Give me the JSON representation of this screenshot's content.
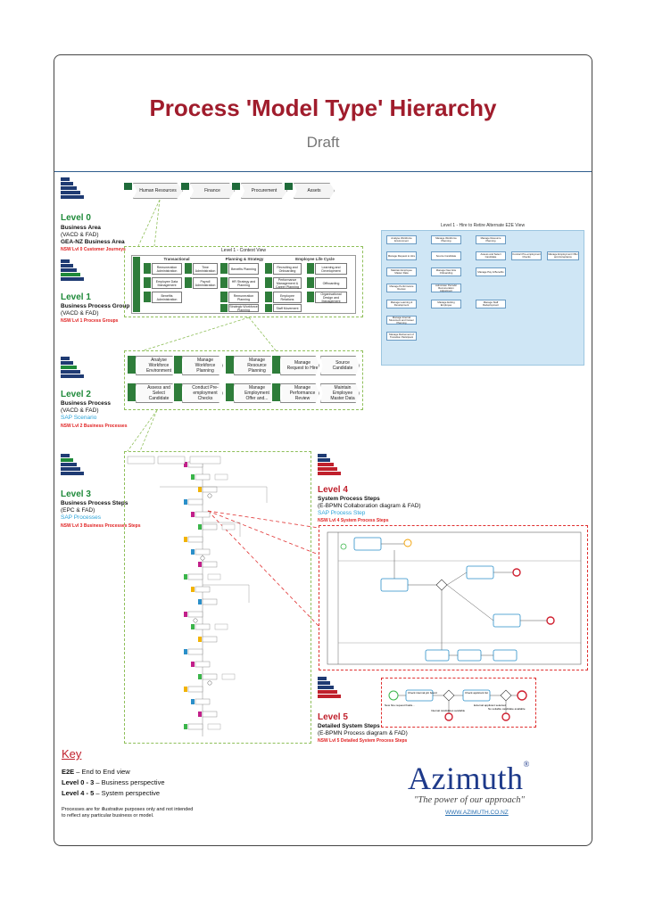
{
  "title": "Process 'Model Type' Hierarchy",
  "subtitle": "Draft",
  "levels": [
    {
      "head": "Level 0",
      "lines": [
        "Business Area",
        "(VACD & FAD)",
        "GEA-NZ Business Area"
      ],
      "nsw": "NSW Lvl 0 Customer Journeys"
    },
    {
      "head": "Level 1",
      "lines": [
        "Business Process Group",
        "(VACD & FAD)"
      ],
      "nsw": "NSW Lvl 1 Process Groups"
    },
    {
      "head": "Level 2",
      "lines": [
        "Business Process",
        "(VACD & FAD)"
      ],
      "sap": "SAP Scenario",
      "nsw": "NSW Lvl 2 Business Processes"
    },
    {
      "head": "Level 3",
      "lines": [
        "Business Process Steps",
        "(EPC & FAD)"
      ],
      "sap": "SAP Processes",
      "nsw": "NSW Lvl 3 Business Processes Steps"
    },
    {
      "head": "Level 4",
      "lines": [
        "System Process Steps",
        "(E-BPMN Collaboration diagram & FAD)"
      ],
      "sap": "SAP Process Step",
      "nsw": "NSW Lvl 4 System Process Steps"
    },
    {
      "head": "Level 5",
      "lines": [
        "Detailed System Steps",
        "(E-BPMN Process diagram & FAD)"
      ],
      "nsw": "NSW Lvl 5 Detailed System Process Steps"
    }
  ],
  "level0_chevrons": [
    "Human Resources",
    "Finance",
    "Procurement",
    "Assets"
  ],
  "level1": {
    "title": "Level 1 - Context View",
    "columns": [
      "Transactional",
      "Planning & Strategy",
      "Employee Life Cycle"
    ],
    "items": [
      "Remuneration Administration",
      "Time Administration",
      "Benefits Planning",
      "Recruiting and Onboarding",
      "Learning and Development",
      "Employee Data Management",
      "Payroll Administration",
      "HR Strategy and Planning",
      "Performance Management & Career Planning",
      "Offboarding",
      "Benefits Administration",
      "Remuneration Planning",
      "Employee Relations",
      "Organisational Design and Management",
      "Strategic Workforce Planning",
      "Staff Movement"
    ]
  },
  "level2_processes": [
    "Analyse Workforce Environment",
    "Manage Workforce Planning",
    "Manage Resource Planning",
    "Manage Request to Hire",
    "Source Candidate",
    "Assess and Select Candidate",
    "Conduct Pre-employment Checks",
    "Manage Employment Offer and...",
    "Manage Performance Review",
    "Maintain Employee Master Data"
  ],
  "hire_to_retire": {
    "title": "Level 1 - Hire to Retire Alternate E2E View",
    "items": [
      "Analyse Workforce Environment",
      "Manage Workforce Planning",
      "Manage Resource Planning",
      "Manage Request to Hire",
      "Source Candidate",
      "Assess and Select Candidate",
      "Conduct Pre-employment Checks",
      "Manage Employment Offer and Acceptance",
      "Maintain Employee Master Data",
      "Manage New Hire Onboarding",
      "Manage Pay & Benefits",
      "Manage Performance Review",
      "Administer Periodic Remuneration Adjustment",
      "Manage Learning & Development",
      "Manage Internal Movement and Career Planning",
      "Manage Exiting Employee",
      "Manage Staff Redeployment",
      "Manage Retirement of Transition Participant"
    ]
  },
  "level5": {
    "labels": [
      "Check internal job board",
      "Check applicant list",
      "External applicant selected",
      "Internal candidates available",
      "No suitable candidate available",
      "New hire request finalis..."
    ]
  },
  "key": {
    "title": "Key",
    "lines": [
      {
        "bold": "E2E",
        "rest": " – End to End view"
      },
      {
        "bold": "Level 0 - 3",
        "rest": " – Business perspective"
      },
      {
        "bold": "Level 4 - 5",
        "rest": " – System perspective"
      }
    ],
    "note": "Processes are for illustrative purposes only and not intended to reflect any particular business or model."
  },
  "brand": {
    "name": "Azimuth",
    "registered": "®",
    "tagline": "\"The power of our approach\"",
    "url": "WWW.AZIMUTH.CO.NZ"
  },
  "colors": {
    "title": "#a01c2c",
    "level_head": "#1f8a3a",
    "level_head_red": "#c0202c",
    "brand": "#1e3a8a",
    "sap_blue": "#2aa3d8",
    "frame_rule": "#2e5d8e"
  }
}
